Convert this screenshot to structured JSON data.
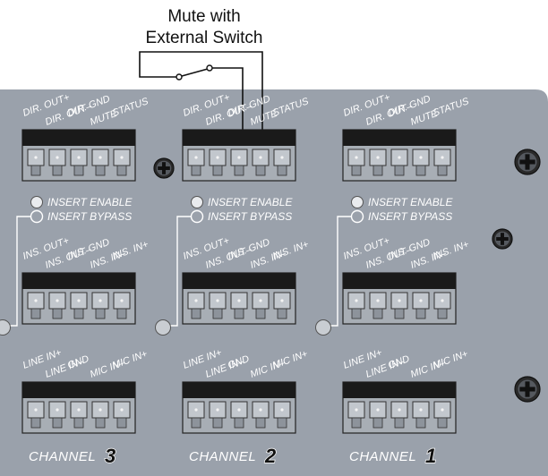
{
  "caption": {
    "line1": "Mute with",
    "line2": "External Switch"
  },
  "connector_pins": {
    "dir": [
      "DIR. OUT+",
      "DIR. OUT–",
      "DIR. GND",
      "MUTE",
      "STATUS"
    ],
    "ins": [
      "INS. OUT+",
      "INS. OUT–",
      "INS. GND",
      "INS. IN–",
      "INS. IN+"
    ],
    "line": [
      "LINE IN+",
      "LINE IN–",
      "GND",
      "MIC IN–",
      "MIC IN+"
    ]
  },
  "led_labels": {
    "enable": "INSERT ENABLE",
    "bypass": "INSERT BYPASS"
  },
  "channels": [
    {
      "label": "CHANNEL",
      "number": "3"
    },
    {
      "label": "CHANNEL",
      "number": "2"
    },
    {
      "label": "CHANNEL",
      "number": "1"
    }
  ],
  "colors": {
    "panel": "#9aa1ab",
    "terminal": "#a8aeb5",
    "terminal_top": "#1a1a1a",
    "led": "#e9ebee"
  }
}
